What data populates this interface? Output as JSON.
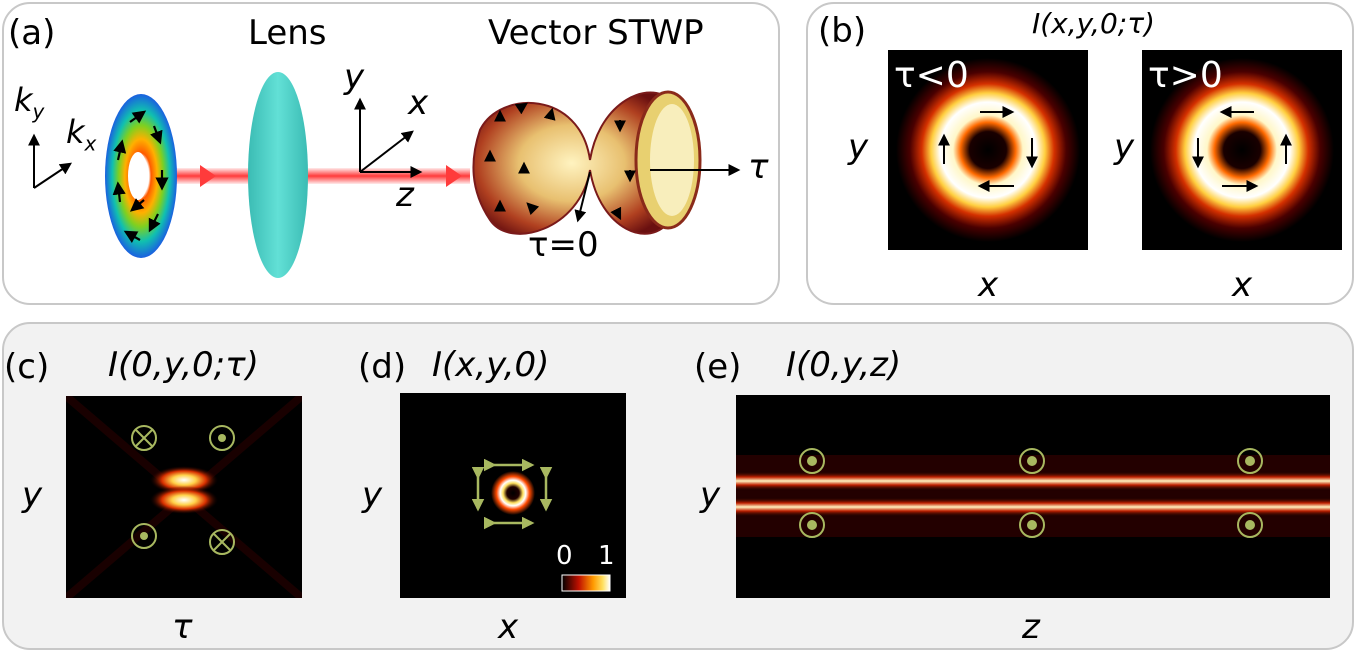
{
  "panel_a": {
    "label": "(a)",
    "lens_title": "Lens",
    "stwp_title": "Vector STWP",
    "ky": "k",
    "ky_sub": "y",
    "kx": "k",
    "kx_sub": "x",
    "axis_y": "y",
    "axis_x": "x",
    "axis_z": "z",
    "tau": "τ",
    "tau_zero": "τ=0"
  },
  "panel_b": {
    "label": "(b)",
    "title": "I(x,y,0;τ)",
    "left_tag": "τ<0",
    "right_tag": "τ>0",
    "ylabel": "y",
    "xlabel": "x"
  },
  "panel_c": {
    "label": "(c)",
    "title": "I(0,y,0;τ)",
    "ylabel": "y",
    "xlabel": "τ"
  },
  "panel_d": {
    "label": "(d)",
    "title": "I(x,y,0)",
    "ylabel": "y",
    "xlabel": "x",
    "cbar_min": "0",
    "cbar_max": "1"
  },
  "panel_e": {
    "label": "(e)",
    "title": "I(0,y,z)",
    "ylabel": "y",
    "xlabel": "z"
  },
  "colors": {
    "panel_border": "#c8c8c8",
    "bottom_bg": "#f2f2f2",
    "marker": "#a8b860",
    "beam": "#ff3b3b",
    "lens": "#4fd1c8"
  }
}
